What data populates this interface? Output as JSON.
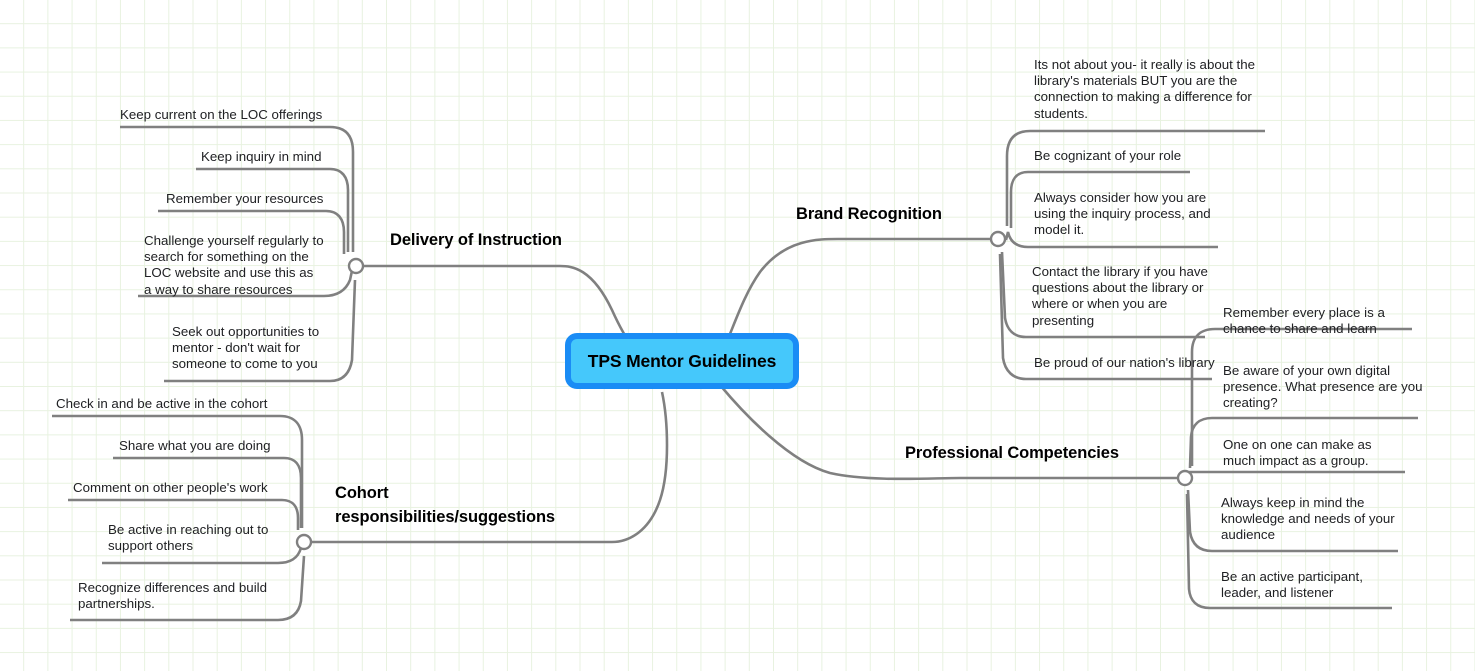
{
  "root": {
    "label": "TPS Mentor Guidelines",
    "fill": "#45c8fb",
    "border": "#1a8cf5"
  },
  "theme": {
    "background": "#ffffff",
    "grid_line": "#e8f2e0",
    "connector": "#808080",
    "text": "#202124"
  },
  "branches": [
    {
      "label": "Delivery of Instruction",
      "leaves": [
        {
          "text": "Keep current on the LOC offerings"
        },
        {
          "text": "Keep inquiry in mind"
        },
        {
          "text": "Remember your resources"
        },
        {
          "text": "Challenge yourself regularly to\nsearch for something on the\nLOC website and use this as\na way to share resources"
        },
        {
          "text": "Seek out opportunities to\nmentor - don't wait for\nsomeone to come to you"
        }
      ]
    },
    {
      "label": "Cohort\nresponsibilities/suggestions",
      "leaves": [
        {
          "text": "Check in and be active in the cohort"
        },
        {
          "text": "Share what you are doing"
        },
        {
          "text": "Comment on other people's work"
        },
        {
          "text": "Be active in reaching out to\nsupport others"
        },
        {
          "text": "Recognize differences and build\npartnerships."
        }
      ]
    },
    {
      "label": "Brand Recognition",
      "leaves": [
        {
          "text": "Its not about you- it really is about the\nlibrary's materials BUT you are the\nconnection to making a difference for\nstudents."
        },
        {
          "text": "Be cognizant of your role"
        },
        {
          "text": "Always consider how you are\nusing the inquiry process, and\nmodel it."
        },
        {
          "text": "Contact the library if you have\nquestions about the library or\nwhere or when you are\npresenting"
        },
        {
          "text": "Be proud of our nation's library"
        }
      ]
    },
    {
      "label": "Professional Competencies",
      "leaves": [
        {
          "text": "Remember every place is a\nchance to share and learn"
        },
        {
          "text": "Be aware of your own digital\npresence. What presence are you\ncreating?"
        },
        {
          "text": "One on one can make as\nmuch impact as a group."
        },
        {
          "text": "Always keep in mind the\nknowledge and needs of your\naudience"
        },
        {
          "text": "Be an active participant,\nleader, and listener"
        }
      ]
    }
  ]
}
